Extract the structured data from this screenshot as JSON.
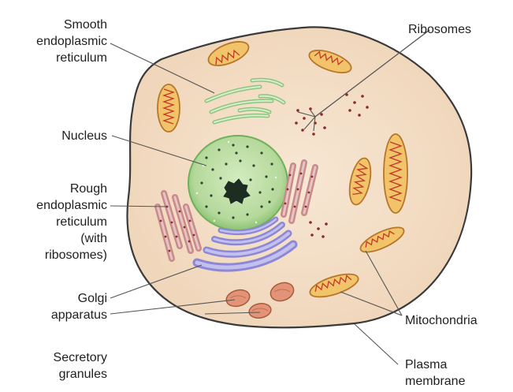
{
  "labels": {
    "smooth_er": "Smooth\nendoplasmic\nreticulum",
    "nucleus": "Nucleus",
    "rough_er": "Rough\nendoplasmic\nreticulum\n(with\nribosomes)",
    "golgi": "Golgi\napparatus",
    "secretory": "Secretory\ngranules",
    "ribosomes": "Ribosomes",
    "mitochondria": "Mitochondria",
    "plasma_membrane": "Plasma\nmembrane"
  },
  "colors": {
    "cytoplasm": "#f3dcc4",
    "membrane": "#3a3a3a",
    "nucleus_fill": "#b9dca0",
    "nucleus_edge": "#6fb05a",
    "mito_fill": "#f2c46a",
    "mito_edge": "#b8762c",
    "mito_cristae": "#c0392b",
    "golgi": "#a9a6e6",
    "smooth_er": "#9ccf8e",
    "rough_er": "#d9a3a3",
    "secretory": "#e39478",
    "leader": "#555555"
  }
}
